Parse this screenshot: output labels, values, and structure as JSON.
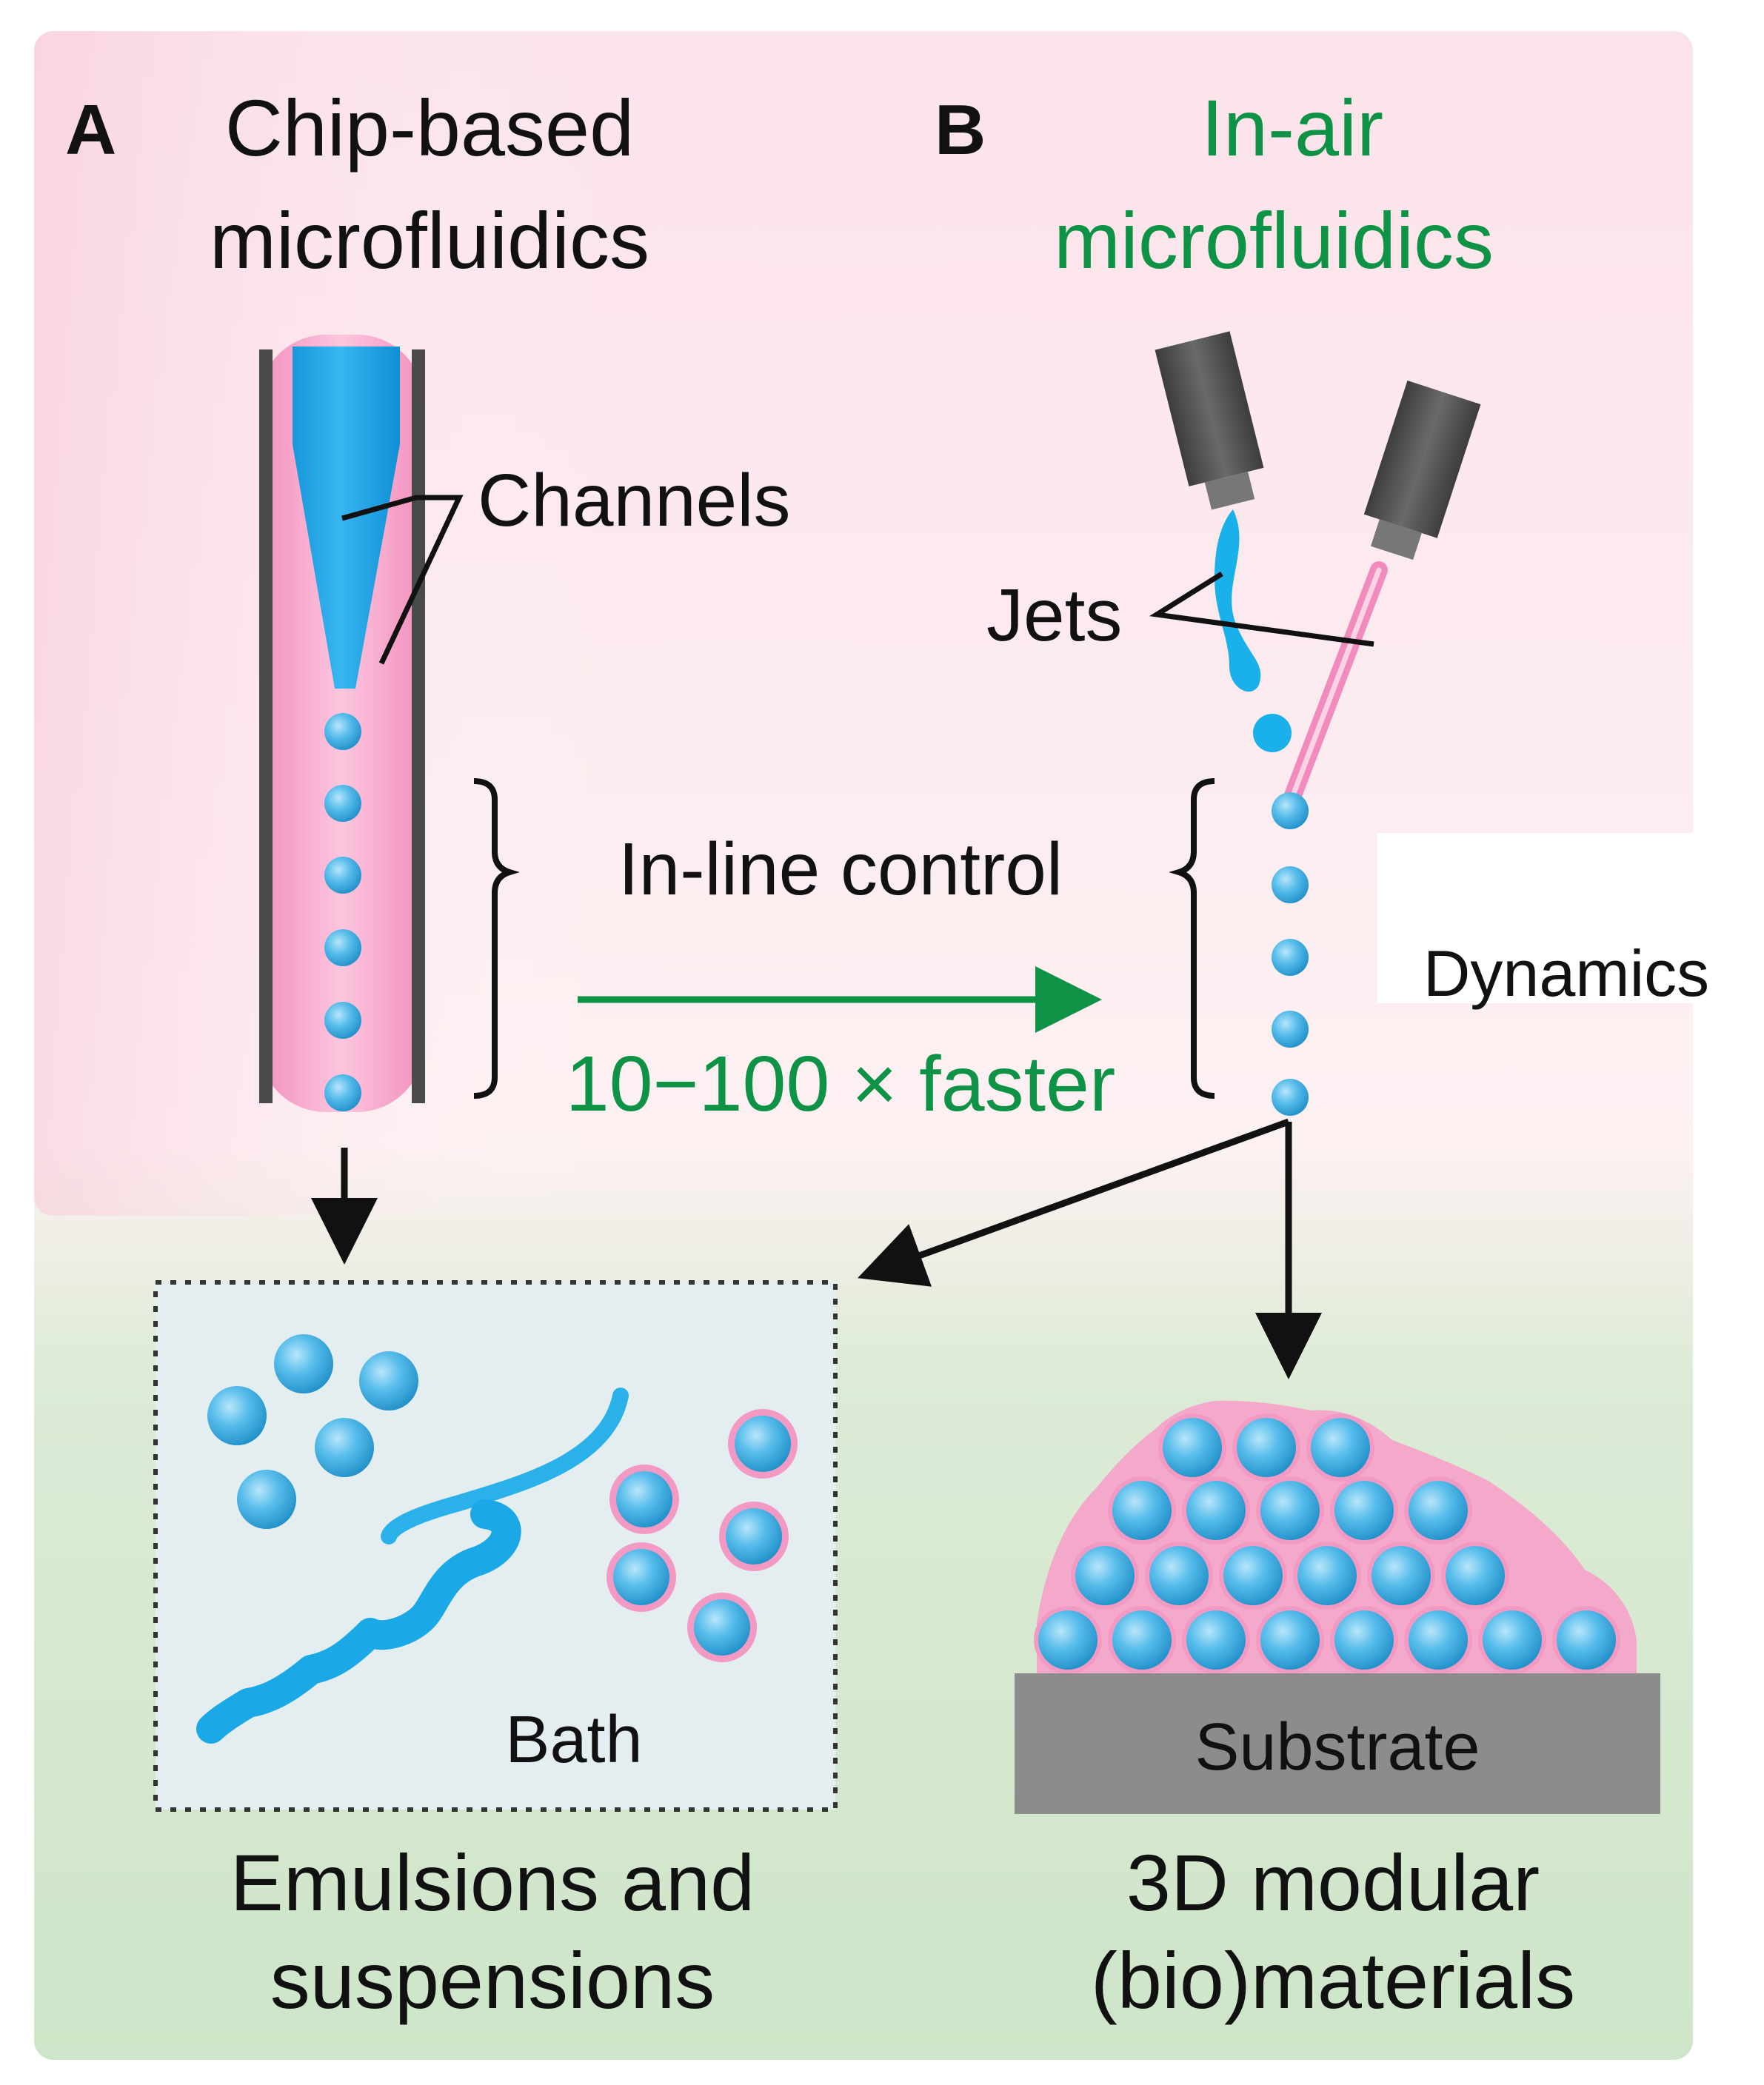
{
  "panel_a": {
    "letter": "A",
    "title_line1": "Chip-based",
    "title_line2": "microfluidics",
    "channels_label": "Channels",
    "output_line1": "Emulsions and",
    "output_line2": "suspensions",
    "bath_label": "Bath"
  },
  "panel_b": {
    "letter": "B",
    "title_line1": "In-air",
    "title_line2": "microfluidics",
    "jets_label": "Jets",
    "dynamics_label": "Dynamics",
    "output_line1": "3D modular",
    "output_line2": "(bio)materials",
    "substrate_label": "Substrate"
  },
  "center": {
    "inline_control": "In-line control",
    "speed_label": "10−100 × faster"
  },
  "colors": {
    "pink_background": "#fbe3ea",
    "green_background": "#d2e8cc",
    "accent_green": "#0e9346",
    "fluid_blue": "#1aa9e6",
    "droplet_blue": "#4cb3e6",
    "channel_pink": "#f7a8cb",
    "wall_gray": "#4a4a4a",
    "nozzle_gray": "#555555",
    "substrate_gray": "#8c8c8c",
    "bath_fill": "#e6eef0"
  }
}
